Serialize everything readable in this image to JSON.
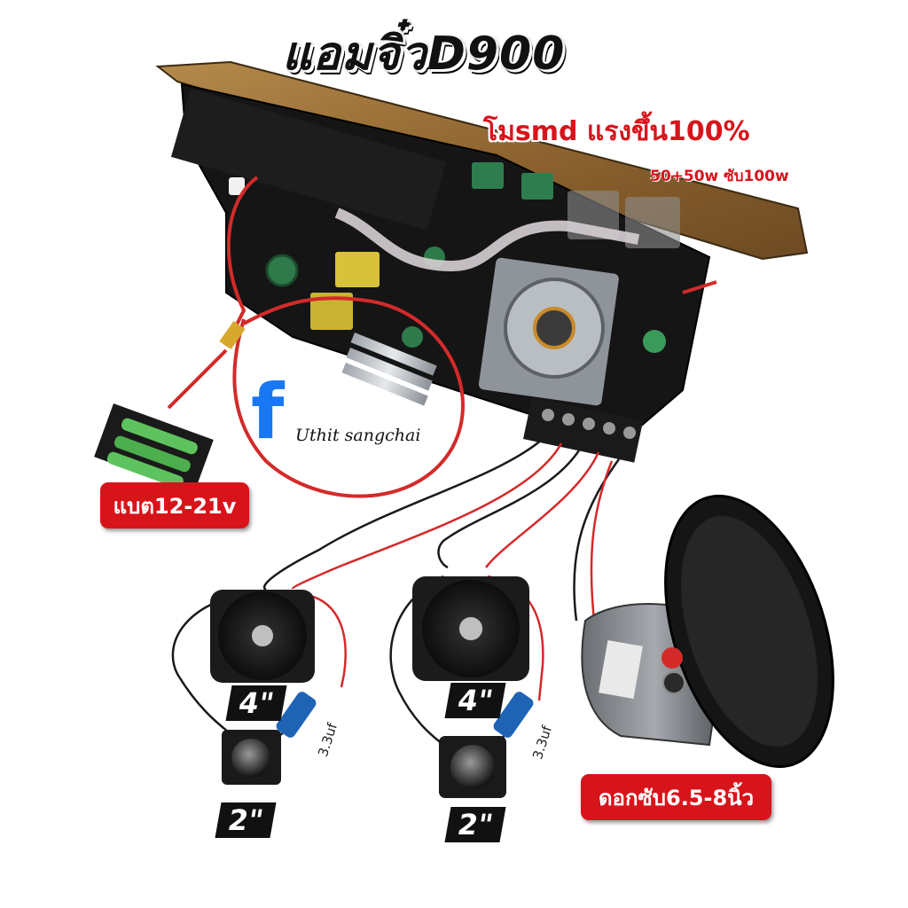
{
  "title": "แอมจิ๋วD900",
  "subtitle": "โมsmd แรงขึ้น100%",
  "power_spec": "50+50w ซับ100w",
  "battery_label": "แบต12-21v",
  "subwoofer_label": "ดอกซับ6.5-8นิ้ว",
  "facebook": {
    "icon": "facebook-icon",
    "name": "Uthit sangchai"
  },
  "speakers": {
    "left_mid_size": "4\"",
    "left_tweeter_size": "2\"",
    "left_cap": "3.3uf",
    "right_mid_size": "4\"",
    "right_tweeter_size": "2\"",
    "right_cap": "3.3uf"
  },
  "colors": {
    "accent_red": "#d8141b",
    "wire_red": "#d42a2a",
    "wire_black": "#1a1a1a",
    "facebook_blue": "#1877f2"
  }
}
